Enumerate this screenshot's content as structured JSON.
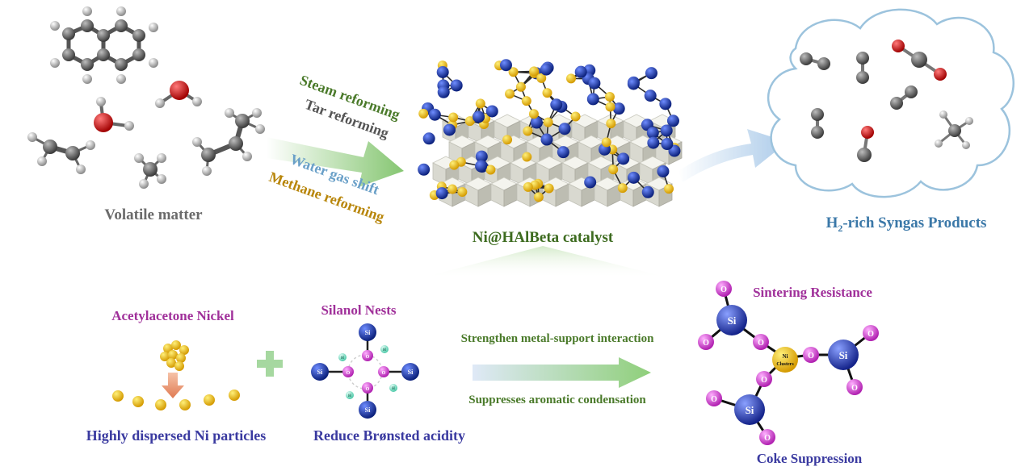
{
  "top": {
    "volatile_label": "Volatile matter",
    "reactions": [
      "Steam reforming",
      "Tar reforming",
      "Water gas shift",
      "Methane reforming"
    ],
    "catalyst_label": "Ni@HAlBeta catalyst",
    "products_label_prefix": "H",
    "products_label_sub": "2",
    "products_label_suffix": "-rich Syngas Products"
  },
  "bottom": {
    "nickel_title": "Acetylacetone Nickel",
    "nickel_caption": "Highly dispersed Ni particles",
    "silanol_title": "Silanol Nests",
    "silanol_caption": "Reduce Brønsted acidity",
    "arrow_top_text": "Strengthen metal-support interaction",
    "arrow_bottom_text": "Suppresses aromatic condensation",
    "cluster_top_text": "Sintering Resistance",
    "cluster_bottom_text": "Coke Suppression",
    "si": "Si",
    "o": "O",
    "h": "H",
    "ni_line1": "Ni",
    "ni_line2": "Clusters"
  },
  "colors": {
    "steam": "#4a7a2a",
    "tar": "#555555",
    "wgs": "#6aa0c8",
    "methane": "#b8860b",
    "volatile": "#6b6b6b",
    "catalyst": "#3d6b1f",
    "products": "#3b78a8",
    "purple_text": "#a0309a",
    "blue_text": "#3a3aa0",
    "green_text": "#4a7a2a",
    "si_ball": "#1f3fa8",
    "o_ball": "#d84ad8",
    "ni_ball": "#f3c400"
  }
}
